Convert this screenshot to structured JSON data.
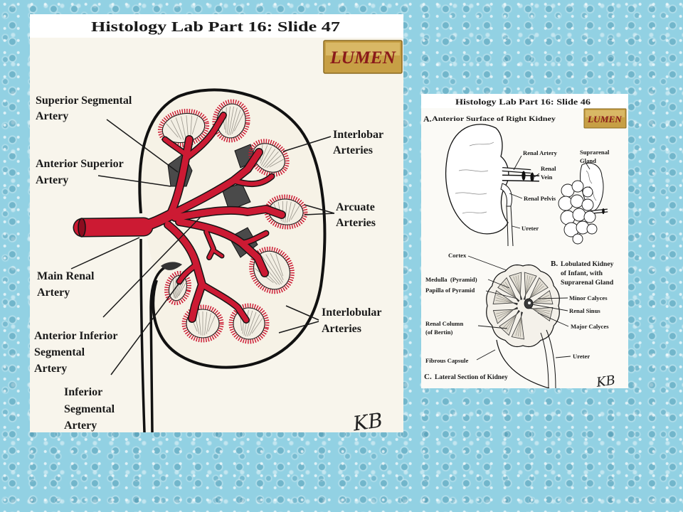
{
  "colors": {
    "background": "#92d1e3",
    "artery": "#cc1a33",
    "logo_gold": "#c79f45",
    "logo_text": "#8a1a1a",
    "dark_region": "#4a4a4a"
  },
  "slide_47": {
    "title": "Histology Lab Part 16: Slide 47",
    "logo": "LUMEN",
    "labels": {
      "superior_segmental_artery": [
        "Superior Segmental",
        "Artery"
      ],
      "anterior_superior_artery": [
        "Anterior Superior",
        "Artery"
      ],
      "main_renal_artery": [
        "Main Renal",
        "Artery"
      ],
      "anterior_inferior_segmental_artery": [
        "Anterior Inferior",
        "Segmental",
        "Artery"
      ],
      "inferior_segmental_artery": [
        "Inferior",
        "Segmental",
        "Artery"
      ],
      "interlobar_arteries": [
        "Interlobar",
        "Arteries"
      ],
      "arcuate_arteries": [
        "Arcuate",
        "Arteries"
      ],
      "interlobular_arteries": [
        "Interlobular",
        "Arteries"
      ]
    },
    "signature": "KB"
  },
  "slide_46": {
    "title": "Histology Lab Part 16: Slide 46",
    "logo": "LUMEN",
    "section_a": {
      "marker": "A.",
      "caption": "Anterior Surface of Right Kidney",
      "labels": {
        "renal_artery": "Renal Artery",
        "renal_vein": [
          "Renal",
          "Vein"
        ],
        "renal_pelvis": "Renal Pelvis",
        "ureter": "Ureter"
      }
    },
    "section_b": {
      "marker": "B.",
      "caption": [
        "Lobulated Kidney",
        "of Infant, with",
        "Suprarenal Gland"
      ],
      "labels": {
        "suprarenal_gland": [
          "Suprarenal",
          "Gland"
        ]
      }
    },
    "section_c": {
      "marker": "C.",
      "caption": "Lateral Section of Kidney",
      "labels": {
        "cortex": "Cortex",
        "medulla": "Medulla  (Pyramid)",
        "papilla": "Papilla of Pyramid",
        "minor_calyces": "Minor Calyces",
        "renal_sinus": "Renal Sinus",
        "renal_column": [
          "Renal Column",
          "(of Bertin)"
        ],
        "major_calyces": "Major Calyces",
        "fibrous_capsule": "Fibrous Capsule",
        "ureter": "Ureter"
      }
    },
    "signature": "KB"
  }
}
